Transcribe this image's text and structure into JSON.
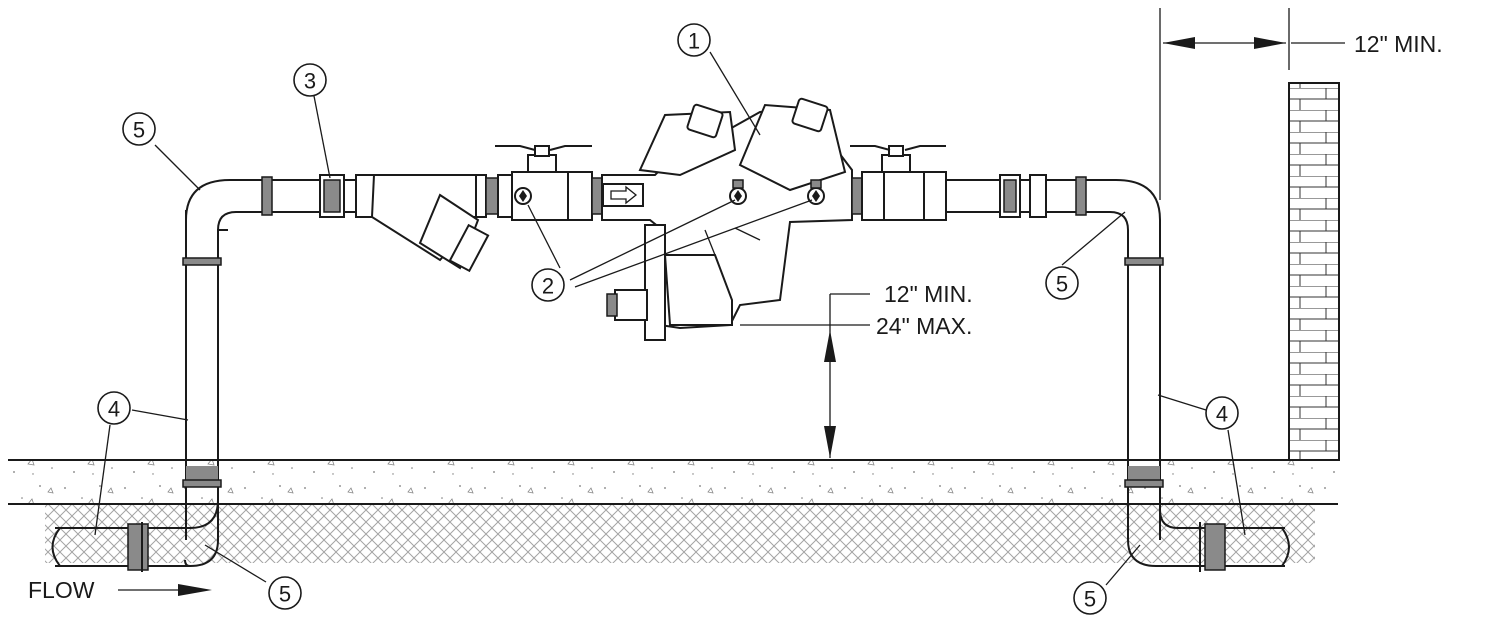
{
  "labels": {
    "clearance_wall": "12\" MIN.",
    "height_min": "12\" MIN.",
    "height_max": "24\" MAX.",
    "flow": "FLOW"
  },
  "callouts": {
    "backflow_assembly": "1",
    "test_cocks": "2",
    "union": "3",
    "pipe": "4",
    "elbow": "5"
  },
  "colors": {
    "line": "#1a1a1a",
    "fitting_band": "#8a8a8a",
    "background": "#ffffff"
  },
  "icons": {
    "flow_direction": "arrow-right-icon",
    "wall": "brick-wall-icon"
  }
}
